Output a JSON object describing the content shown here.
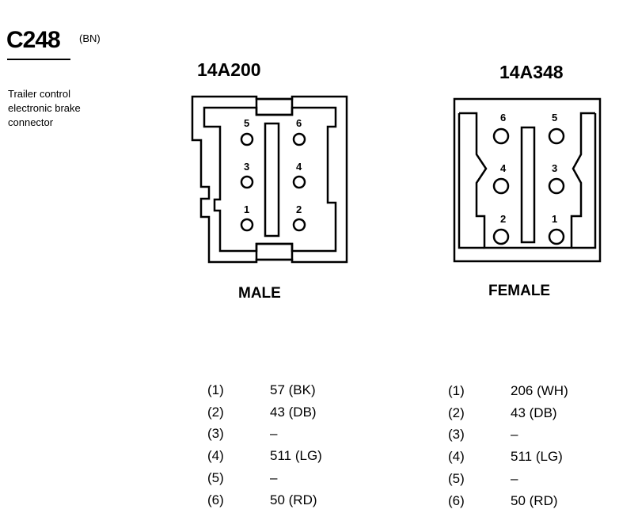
{
  "connector": {
    "id": "C248",
    "color_code": "(BN)",
    "description_lines": [
      "Trailer control",
      "electronic brake",
      "connector"
    ]
  },
  "male": {
    "part_number": "14A200",
    "label": "MALE",
    "pin_labels": [
      "5",
      "6",
      "3",
      "4",
      "1",
      "2"
    ],
    "pins": [
      {
        "num": "(1)",
        "value": "57 (BK)"
      },
      {
        "num": "(2)",
        "value": "43 (DB)"
      },
      {
        "num": "(3)",
        "value": "–"
      },
      {
        "num": "(4)",
        "value": "511 (LG)"
      },
      {
        "num": "(5)",
        "value": "–"
      },
      {
        "num": "(6)",
        "value": "50 (RD)"
      }
    ]
  },
  "female": {
    "part_number": "14A348",
    "label": "FEMALE",
    "pin_labels": [
      "6",
      "5",
      "4",
      "3",
      "2",
      "1"
    ],
    "pins": [
      {
        "num": "(1)",
        "value": "206 (WH)"
      },
      {
        "num": "(2)",
        "value": "43 (DB)"
      },
      {
        "num": "(3)",
        "value": "–"
      },
      {
        "num": "(4)",
        "value": "511 (LG)"
      },
      {
        "num": "(5)",
        "value": "–"
      },
      {
        "num": "(6)",
        "value": "50 (RD)"
      }
    ]
  }
}
